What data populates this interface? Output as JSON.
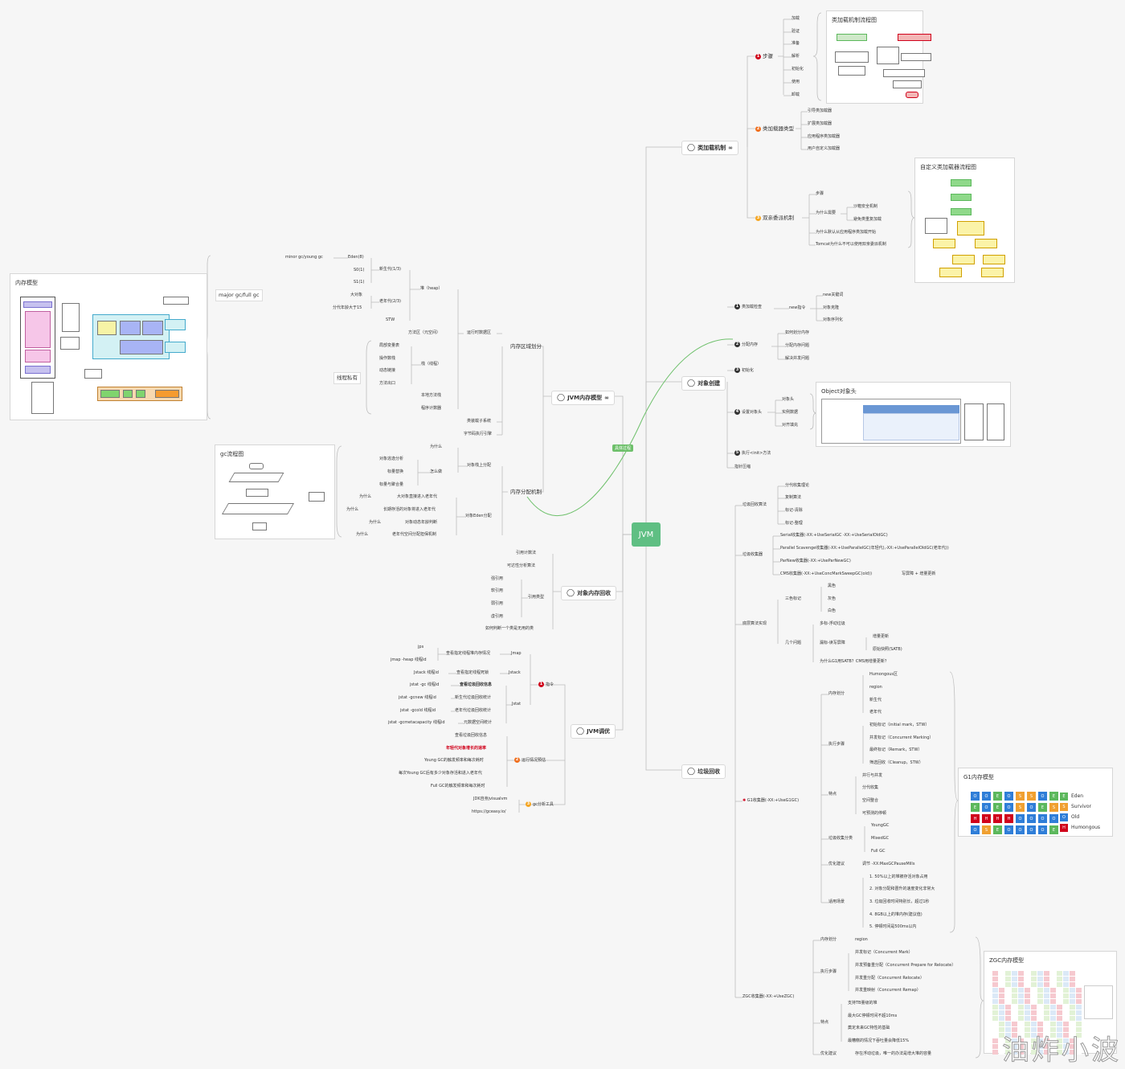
{
  "root": "JVM",
  "bridge_label": "具体过程",
  "watermark": "油炸小波",
  "hubs": {
    "classload": "类加载机制",
    "objcreate": "对象创建",
    "memmodel": "JVM内存模型",
    "objrecycle": "对象内存回收",
    "tuning": "JVM调优",
    "gc": "垃圾回收"
  },
  "classload": {
    "steps": "步骤",
    "step_items": [
      "加载",
      "验证",
      "准备",
      "解析",
      "初始化",
      "使用",
      "卸载"
    ],
    "loader_types": "类加载器类型",
    "loader_items": [
      "引导类加载器",
      "扩展类加载器",
      "应用程序类加载器",
      "用户自定义加载器"
    ],
    "parent": "双亲委派机制",
    "parent_items": [
      "步骤",
      "为什么需要",
      "为什么默认从应用程序类加载开始",
      "Tomcat为什么不可以使用双亲委派机制"
    ],
    "why_items": [
      "沙箱安全机制",
      "避免类重复加载"
    ]
  },
  "objcreate": {
    "items": [
      "类加载检查",
      "分配内存",
      "初始化",
      "设置对象头",
      "执行<init>方法",
      "指针压缩"
    ],
    "new_instr": "new指令",
    "new_items": [
      "new关键词",
      "对象克隆",
      "对象序列化"
    ],
    "alloc_items": [
      "如何划分内存",
      "分配内存问题",
      "解决并发问题"
    ],
    "header_items": [
      "对象头",
      "实例数据",
      "对齐填充"
    ]
  },
  "memmodel": {
    "runtime": "运行时数据区",
    "heap": "堆（heap）",
    "young": "新生代(1/3)",
    "old": "老年代(2/3)",
    "young_items": [
      "Eden(8)",
      "S0(1)",
      "S1(1)"
    ],
    "old_items": [
      "大对象",
      "分代年龄大于15"
    ],
    "stw": "STW",
    "minor": "minor gc/young gc",
    "major": "major gc/full gc",
    "method": "方法区（元空间）",
    "stack": "栈（线程）",
    "stack_items": [
      "局部变量表",
      "操作数栈",
      "动态链接",
      "方法出口"
    ],
    "native": "本地方法栈",
    "pc": "程序计数器",
    "private": "线程私有",
    "area": "内存区域划分",
    "loader": "类装载子系统",
    "engine": "字节码执行引擎",
    "alloc": "内存分配机制",
    "stack_alloc": "对象栈上分配",
    "stack_alloc_items": [
      "为什么",
      "怎么做"
    ],
    "escape_items": [
      "对象逃逸分析",
      "标量替换",
      "标量与聚合量"
    ],
    "eden_alloc": "对象Eden分配",
    "eden_items": [
      "大对象直接进入老年代",
      "长期存活的对象将进入老年代",
      "对象动态年龄判断",
      "老年代空间分配担保机制"
    ],
    "why": "为什么"
  },
  "objrecycle": {
    "items": [
      "引用计数法",
      "可达性分析算法"
    ],
    "ref": "引用类型",
    "ref_items": [
      "强引用",
      "软引用",
      "弱引用",
      "虚引用"
    ],
    "useless": "如何判断一个类是无用的类"
  },
  "tuning": {
    "cmd": "指令",
    "jmap": "Jmap",
    "jstack": "Jstack",
    "jstat": "Jstat",
    "jmap_items": [
      "jps",
      "jmap -heap 线程id"
    ],
    "jmap_desc": "查看指定线程堆内存情况",
    "jstack_item": "Jstack 线程id",
    "jstack_desc": "查看指定线程死锁",
    "jstat_items": [
      "jstat -gc 线程id",
      "jstat -gcnew 线程id",
      "jstat -gcold 线程id",
      "jstat -gcmetacapacity 线程id"
    ],
    "jstat_desc": [
      "查看垃圾回收信息",
      "新生代垃圾回收统计",
      "老年代垃圾回收统计",
      "元数据空间统计"
    ],
    "predict": "运行情况预估",
    "predict_items": [
      "查看垃圾回收信息",
      "年轻代对象增长的速率",
      "Young GC的触发频率和每次耗时",
      "每次Young GC后有多少对象存活和进入老年代",
      "Full GC的触发频率和每次耗时"
    ],
    "tools": "gc分析工具",
    "tools_items": [
      "JDK自身jvisualvm",
      "https://gceasy.io/"
    ]
  },
  "gc": {
    "algo": "垃圾回收算法",
    "algo_items": [
      "分代收集理论",
      "复制算法",
      "标记-清除",
      "标记-整理"
    ],
    "collectors": "垃圾收集器",
    "collector_items": [
      "Serial收集器(-XX:+UseSerialGC -XX:+UseSerialOldGC)",
      "Parallel Scavenge收集器(-XX:+UseParallelGC(年轻代),-XX:+UseParallelOldGC(老年代))",
      "ParNew收集器(-XX:+UseParNewGC)",
      "CMS收集器(-XX:+UseConcMarkSweepGC(old))"
    ],
    "cms_note": "写屏障 + 增量更新",
    "impl": "底层算法实现",
    "tri": "三色标记",
    "tri_items": [
      "黑色",
      "灰色",
      "白色"
    ],
    "problems": "几个问题",
    "problem_items": [
      "多标-浮动垃圾",
      "漏标-读写屏障",
      "为什么G1用SATB？CMS用增量更新？"
    ],
    "missed_items": [
      "增量更新",
      "原始快照(SATB)"
    ],
    "g1": "G1收集器(-XX:+UseG1GC)",
    "g1_mem": "内存划分",
    "g1_mem_items": [
      "Humongous区",
      "region",
      "新生代",
      "老年代"
    ],
    "g1_steps": "执行步骤",
    "g1_step_items": [
      "初始标记（initial mark，STW）",
      "并发标记（Concurrent Marking）",
      "最终标记（Remark，STW）",
      "筛选回收（Cleanup，STW）"
    ],
    "g1_feat": "特点",
    "g1_feat_items": [
      "并行与并发",
      "分代收集",
      "空间整合",
      "可预测的停顿"
    ],
    "g1_cat": "垃圾收集分类",
    "g1_cat_items": [
      "YoungGC",
      "MixedGC",
      "Full GC"
    ],
    "g1_opt": "优化建议",
    "g1_opt_item": "调节 -XX:MaxGCPauseMills",
    "g1_scene": "适用场景",
    "g1_scene_items": [
      "1. 50%以上的堆被存活对象占用",
      "2. 对象分配和晋升的速度变化非常大",
      "3. 垃圾回收时间特别长，超过1秒",
      "4. 8GB以上的堆内存(建议值)",
      "5. 停顿时间是500ms以内"
    ],
    "zgc": "ZGC收集器(-XX:+UseZGC)",
    "zgc_mem": "内存划分",
    "zgc_region": "region",
    "zgc_steps": "执行步骤",
    "zgc_step_items": [
      "并发标记（Concurrent Mark）",
      "并发预备重分配（Concurrent Prepare for Relocate）",
      "并发重分配（Concurrent Relocate）",
      "并发重映射（Concurrent Remap）"
    ],
    "zgc_feat": "特点",
    "zgc_feat_items": [
      "支持TB量级的堆",
      "最大GC停顿时间不超10ms",
      "奠定未来GC特性的基础",
      "最糟糕的情况下吞吐量会降低15%"
    ],
    "zgc_opt": "优化建议",
    "zgc_opt_item": "存在浮动垃圾，唯一的办法是增大堆的容量"
  },
  "panels": {
    "classload_flow": "类加载机制流程图",
    "custom_loader": "自定义类加载器流程图",
    "obj_header": "Object对象头",
    "mem_model": "内存模型",
    "gc_flow": "gc流程图",
    "g1_model": "G1内存模型",
    "zgc_model": "ZGC内存模型"
  },
  "g1_legend": [
    "Eden",
    "Survivor",
    "Old",
    "Humongous"
  ],
  "g1_legend_letters": [
    "E",
    "S",
    "O",
    "H"
  ],
  "colors": {
    "root": "#5fbf83",
    "link": "#bdbdbd",
    "bridge": "#6ec06b",
    "eden": "#5cb85c",
    "survivor": "#f0a030",
    "old": "#2f7ed8",
    "humongous": "#d0021b"
  }
}
